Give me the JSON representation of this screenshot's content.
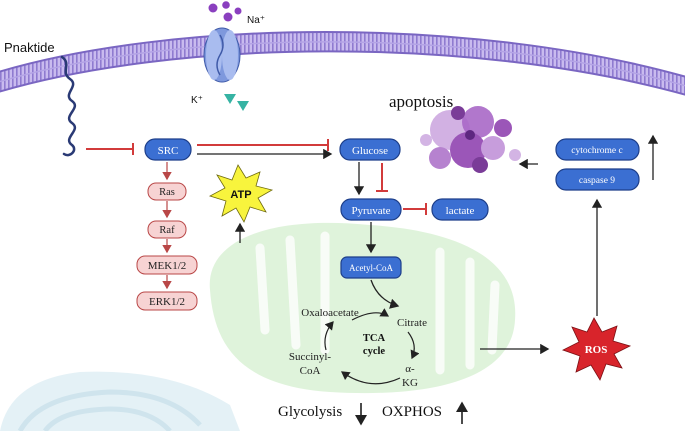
{
  "labels": {
    "peptide": "Pnaktide",
    "na_ion": "Na⁺",
    "k_ion": "K⁺",
    "apoptosis": "apoptosis",
    "src": "SRC",
    "ras": "Ras",
    "raf": "Raf",
    "mek": "MEK1/2",
    "erk": "ERK1/2",
    "atp": "ATP",
    "glucose": "Glucose",
    "pyruvate": "Pyruvate",
    "lactate": "lactate",
    "acetyl_coa": "Acetyl-CoA",
    "cytochrome_c": "cytochrome c",
    "caspase9": "caspase 9",
    "ros": "ROS",
    "oxaloacetate": "Oxaloacetate",
    "citrate": "Citrate",
    "tca_line1": "TCA",
    "tca_line2": "cycle",
    "succinyl_line1": "Succinyl-",
    "succinyl_line2": "CoA",
    "akg_line1": "α-",
    "akg_line2": "KG",
    "glycolysis": "Glycolysis",
    "oxphos": "OXPHOS"
  },
  "colors": {
    "membrane": "#b7a6e4",
    "membrane_stripe": "#8f7bd0",
    "node_fill": "#3b6fd2",
    "node_stroke": "#1e3f8a",
    "pathway_fill": "#f7d3d3",
    "pathway_stroke": "#b94747",
    "inhibit": "#d23b3b",
    "atp_fill": "#f8f43d",
    "ros_fill": "#d8242b",
    "mito_fill": "#d7f0d2",
    "er_fill": "#cfe6ef",
    "apoptotic_cell": "#9b56b8"
  },
  "icons": [
    "ion-channel-icon",
    "apoptotic-cell-icon",
    "peptide-icon"
  ]
}
